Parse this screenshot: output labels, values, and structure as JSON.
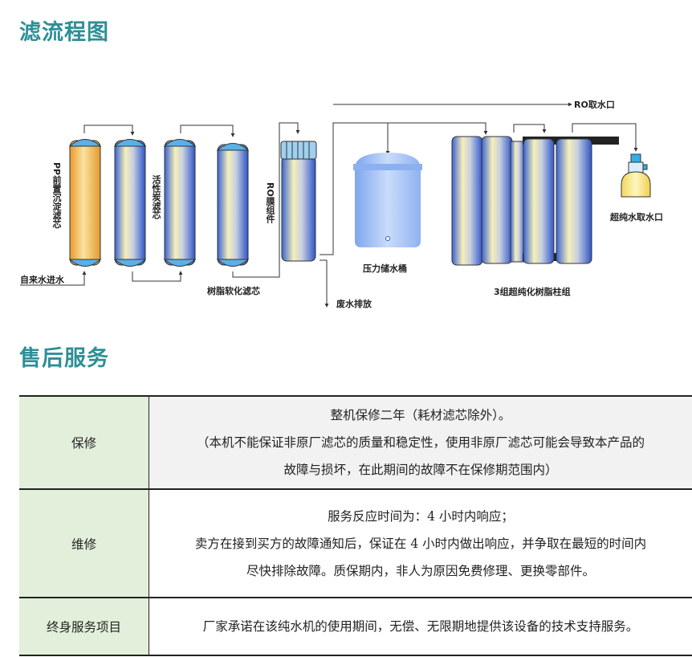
{
  "sections": {
    "flow_title": "滤流程图",
    "service_title": "售后服务"
  },
  "diagram": {
    "labels": {
      "pp_filter": "PP前置沉淀滤芯",
      "carbon_filter": "活性炭滤芯",
      "ro_membrane": "RO膜组件",
      "tap_water_inlet": "自来水进水",
      "resin_softener": "树脂软化滤芯",
      "waste_water": "废水排放",
      "pressure_tank": "压力储水桶",
      "ro_outlet": "RO取水口",
      "resin_columns": "3组超纯化树脂柱组",
      "ultrapure_outlet": "超纯水取水口"
    },
    "colors": {
      "tank_blue": "#3f6fd8",
      "tank_cream": "#f5efb8",
      "pp_orange": "#f2b545"
    }
  },
  "service_table": {
    "rows": [
      {
        "key": "保修",
        "lines": [
          "整机保修二年（耗材滤芯除外）。",
          "（本机不能保证非原厂滤芯的质量和稳定性，使用非原厂滤芯可能会导致本产品的",
          "故障与损坏，在此期间的故障不在保修期范围内）"
        ]
      },
      {
        "key": "维修",
        "lines": [
          "服务反应时间为：4 小时内响应；",
          "卖方在接到买方的故障通知后，保证在 4 小时内做出响应，并争取在最短的时间内",
          "尽快排除故障。质保期内，非人为原因免费修理、更换零部件。"
        ]
      },
      {
        "key": "终身服务项目",
        "lines": [
          "厂家承诺在该纯水机的使用期间，无偿、无限期地提供该设备的技术支持服务。"
        ]
      }
    ]
  }
}
